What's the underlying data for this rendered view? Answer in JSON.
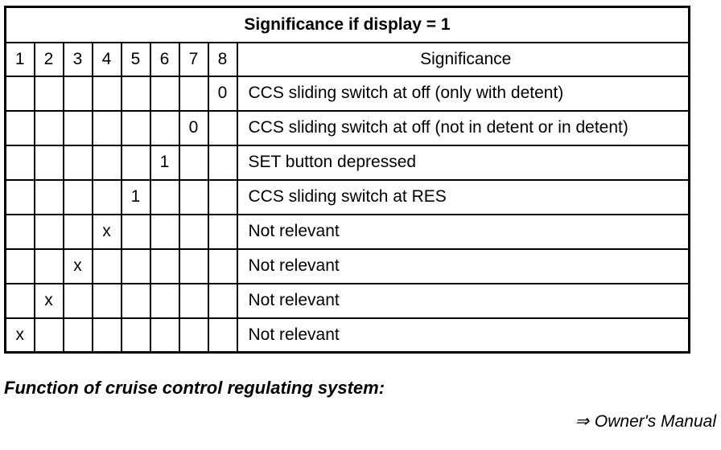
{
  "page": {
    "background_color": "#ffffff",
    "text_color": "#000000",
    "border_color": "#000000"
  },
  "table": {
    "title": "Significance if display = 1",
    "bit_headers": [
      "1",
      "2",
      "3",
      "4",
      "5",
      "6",
      "7",
      "8"
    ],
    "significance_header": "Significance",
    "rows": [
      {
        "bits": [
          "",
          "",
          "",
          "",
          "",
          "",
          "",
          "0"
        ],
        "significance": "CCS sliding switch at off (only with detent)"
      },
      {
        "bits": [
          "",
          "",
          "",
          "",
          "",
          "",
          "0",
          ""
        ],
        "significance": "CCS sliding switch at off (not in detent or in detent)"
      },
      {
        "bits": [
          "",
          "",
          "",
          "",
          "",
          "1",
          "",
          ""
        ],
        "significance": "SET button depressed"
      },
      {
        "bits": [
          "",
          "",
          "",
          "",
          "1",
          "",
          "",
          ""
        ],
        "significance": "CCS sliding switch at RES"
      },
      {
        "bits": [
          "",
          "",
          "",
          "x",
          "",
          "",
          "",
          ""
        ],
        "significance": "Not relevant"
      },
      {
        "bits": [
          "",
          "",
          "x",
          "",
          "",
          "",
          "",
          ""
        ],
        "significance": "Not relevant"
      },
      {
        "bits": [
          "",
          "x",
          "",
          "",
          "",
          "",
          "",
          ""
        ],
        "significance": "Not relevant"
      },
      {
        "bits": [
          "x",
          "",
          "",
          "",
          "",
          "",
          "",
          ""
        ],
        "significance": "Not relevant"
      }
    ]
  },
  "footer": {
    "caption": "Function of cruise control regulating system:",
    "reference_arrow": "⇒",
    "reference_text": "Owner's Manual"
  }
}
